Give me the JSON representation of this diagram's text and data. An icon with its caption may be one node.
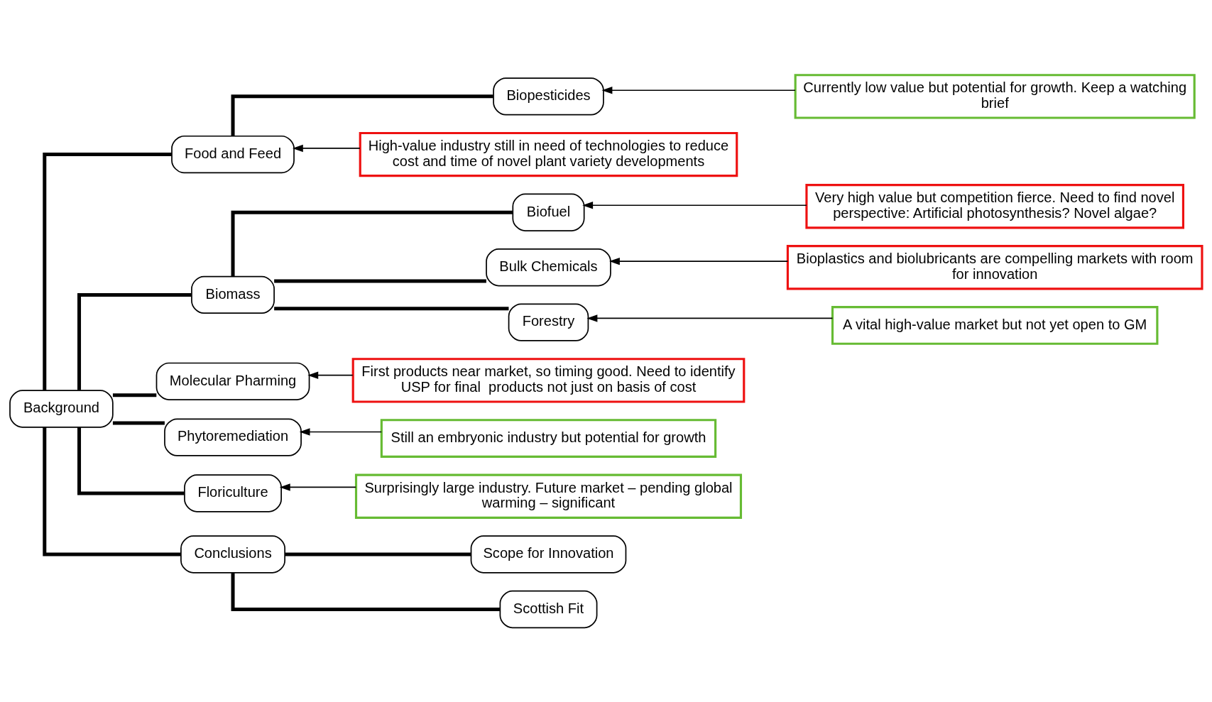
{
  "diagram": {
    "nodes": [
      {
        "text": [
          "Background"
        ]
      },
      {
        "text": [
          "Food and Feed"
        ]
      },
      {
        "text": [
          "Biopesticides"
        ]
      },
      {
        "text": [
          "Biomass"
        ]
      },
      {
        "text": [
          "Biofuel"
        ]
      },
      {
        "text": [
          "Bulk Chemicals"
        ]
      },
      {
        "text": [
          "Forestry"
        ]
      },
      {
        "text": [
          "Molecular Pharming"
        ]
      },
      {
        "text": [
          "Phytoremediation"
        ]
      },
      {
        "text": [
          "Floriculture"
        ]
      },
      {
        "text": [
          "Conclusions"
        ]
      },
      {
        "text": [
          "Scope for Innovation"
        ]
      },
      {
        "text": [
          "Scottish Fit"
        ]
      },
      {
        "text": [
          "High-value industry still in need of technologies to reduce cost and time of novel plant variety developments"
        ]
      },
      {
        "text": [
          "Currently low value but potential for growth. Keep a watching brief"
        ]
      },
      {
        "text": [
          "Very high value but competition fierce. Need to find novel perspective: Artificial photosynthesis? Novel algae?"
        ]
      },
      {
        "text": [
          "Bioplastics and biolubricants are compelling markets with room for innovation"
        ]
      },
      {
        "text": [
          "A vital high-value market but not yet open to GM"
        ]
      },
      {
        "text": [
          "First products near market, so timing good. Need to identify USP for final  products not just on basis of cost"
        ]
      },
      {
        "text": [
          "Still an embryonic industry but potential for growth"
        ]
      },
      {
        "text": [
          "Surprisingly large industry. Future market – pending global warming – significant"
        ]
      }
    ],
    "edges": [
      {
        "from": 0,
        "to": 1,
        "arrow": "none"
      },
      {
        "from": 1,
        "to": 2,
        "arrow": "none"
      },
      {
        "from": 0,
        "to": 3,
        "arrow": "none"
      },
      {
        "from": 3,
        "to": 4,
        "arrow": "none"
      },
      {
        "from": 3,
        "to": 5,
        "arrow": "none"
      },
      {
        "from": 3,
        "to": 6,
        "arrow": "none"
      },
      {
        "from": 0,
        "to": 7,
        "arrow": "none"
      },
      {
        "from": 0,
        "to": 8,
        "arrow": "none"
      },
      {
        "from": 0,
        "to": 9,
        "arrow": "none"
      },
      {
        "from": 0,
        "to": 10,
        "arrow": "none"
      },
      {
        "from": 10,
        "to": 11,
        "arrow": "none"
      },
      {
        "from": 10,
        "to": 12,
        "arrow": "none"
      },
      {
        "from": 13,
        "to": 1,
        "arrow": "to"
      },
      {
        "from": 14,
        "to": 2,
        "arrow": "to"
      },
      {
        "from": 15,
        "to": 4,
        "arrow": "to"
      },
      {
        "from": 16,
        "to": 5,
        "arrow": "to"
      },
      {
        "from": 17,
        "to": 6,
        "arrow": "to"
      },
      {
        "from": 18,
        "to": 7,
        "arrow": "to"
      },
      {
        "from": 19,
        "to": 8,
        "arrow": "to"
      },
      {
        "from": 20,
        "to": 9,
        "arrow": "to"
      }
    ]
  }
}
